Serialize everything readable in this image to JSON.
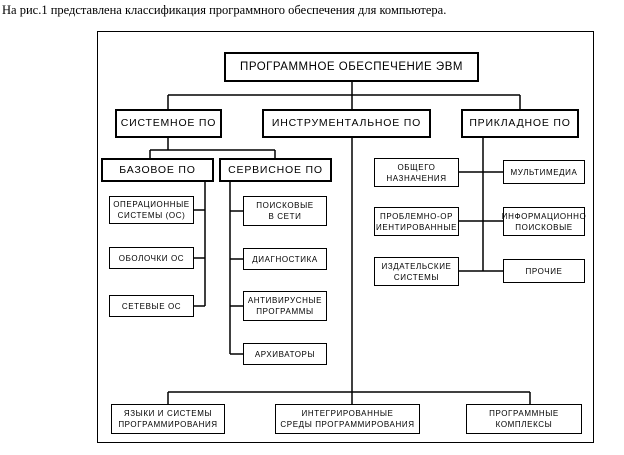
{
  "caption": "На рис.1 представлена классификация программного обеспечения для компьютера.",
  "diagram": {
    "root": "ПРОГРАММНОЕ ОБЕСПЕЧЕНИЕ ЭВМ",
    "system": "СИСТЕМНОЕ ПО",
    "instrumental": "ИНСТРУМЕНТАЛЬНОЕ ПО",
    "applied": "ПРИКЛАДНОЕ ПО",
    "base": "БАЗОВОЕ ПО",
    "service": "СЕРВИСНОЕ ПО",
    "os": "ОПЕРАЦИОННЫЕ\nСИСТЕМЫ (ОС)",
    "shells": "ОБОЛОЧКИ ОС",
    "net_os": "СЕТЕВЫЕ ОС",
    "search_net": "ПОИСКОВЫЕ\nВ СЕТИ",
    "diagnostics": "ДИАГНОСТИКА",
    "antivirus": "АНТИВИРУСНЫЕ\nПРОГРАММЫ",
    "archivers": "АРХИВАТОРЫ",
    "general": "ОБЩЕГО\nНАЗНАЧЕНИЯ",
    "problem": "ПРОБЛЕМНО-ОР\nИЕНТИРОВАННЫЕ",
    "publishing": "ИЗДАТЕЛЬСКИЕ\nСИСТЕМЫ",
    "multimedia": "МУЛЬТИМЕДИА",
    "info_search": "ИНФОРМАЦИОННО\nПОИСКОВЫЕ",
    "other": "ПРОЧИЕ",
    "languages": "ЯЗЫКИ И СИСТЕМЫ\nПРОГРАММИРОВАНИЯ",
    "ide": "ИНТЕГРИРОВАННЫЕ\nСРЕДЫ ПРОГРАММИРОВАНИЯ",
    "complexes": "ПРОГРАММНЫЕ\nКОМПЛЕКСЫ"
  }
}
